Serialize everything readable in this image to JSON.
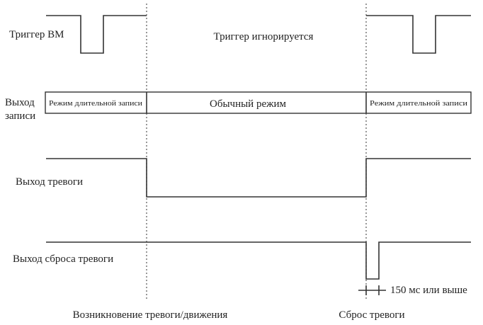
{
  "signals": {
    "vm_trigger": "Триггер ВМ",
    "record_output_line1": "Выход",
    "record_output_line2": "записи",
    "alarm_output": "Выход тревоги",
    "alarm_reset_output": "Выход сброса тревоги"
  },
  "annotations": {
    "trigger_ignored": "Триггер игнорируется",
    "pulse_width": "150 мс или выше"
  },
  "record_modes": {
    "continuous_left": "Режим длительной записи",
    "normal": "Обычный режим",
    "continuous_right": "Режим длительной записи"
  },
  "events": {
    "alarm_onset": "Возникновение тревоги/движения",
    "alarm_reset": "Сброс тревоги"
  },
  "colors": {
    "line": "#333333",
    "text": "#222222",
    "background": "#ffffff"
  }
}
